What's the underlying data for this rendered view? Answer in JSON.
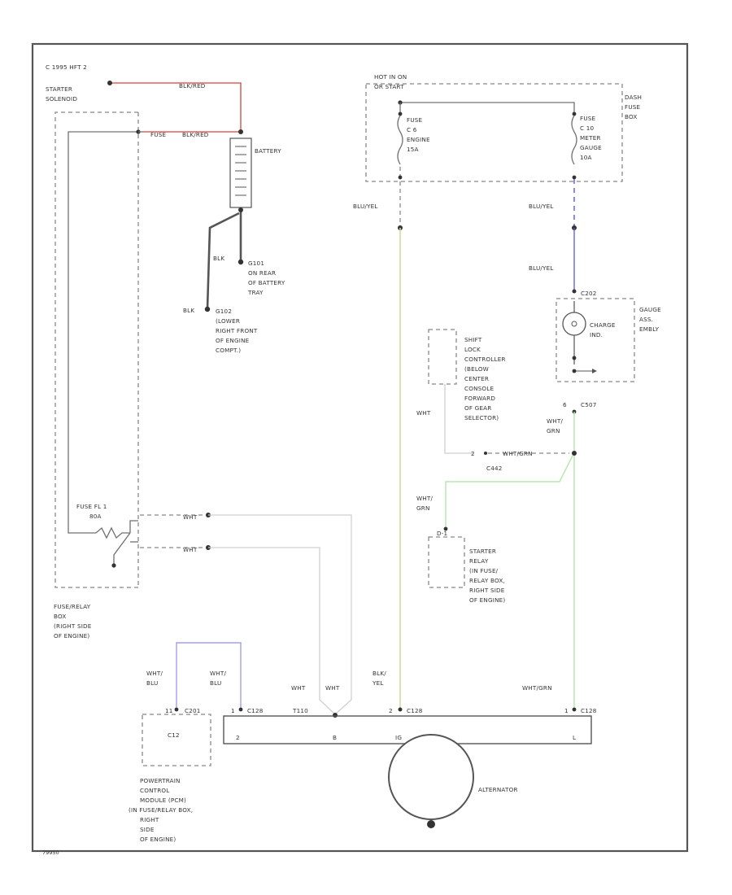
{
  "diagram": {
    "header": "C 1995 HFT 2",
    "footer_id": "79950",
    "labels": {
      "starter_solenoid": [
        "STARTER",
        "SOLENOID"
      ],
      "wire_blk_red_top": "BLK/RED",
      "fuse_label": "FUSE",
      "wire_blk_red_battery": "BLK/RED",
      "battery": "BATTERY",
      "blk_g101": "BLK",
      "g101": [
        "G101",
        "ON REAR",
        "OF BATTERY",
        "TRAY"
      ],
      "blk_g102": "BLK",
      "g102": [
        "G102",
        "(LOWER",
        "RIGHT FRONT",
        "OF ENGINE",
        "COMPT.)"
      ],
      "hot_in": [
        "HOT IN ON",
        "OR START"
      ],
      "fuse_c6": [
        "FUSE",
        "C 6",
        "ENGINE",
        "15A"
      ],
      "fuse_c10": [
        "FUSE",
        "C 10",
        "METER",
        "GAUGE",
        "10A"
      ],
      "dash_fuse_box": [
        "DASH",
        "FUSE",
        "BOX"
      ],
      "blu_yel_left": "BLU/YEL",
      "blu_yel_right_top": "BLU/YEL",
      "blu_yel_right_bot": "BLU/YEL",
      "c202": "C202",
      "gauge_assembly": [
        "GAUGE",
        "ASS.",
        "EMBLY"
      ],
      "charge_ind": [
        "CHARGE",
        "IND."
      ],
      "shift_lock": [
        "SHIFT",
        "LOCK",
        "CONTROLLER",
        "(BELOW",
        "CENTER",
        "CONSOLE",
        "FORWARD",
        "OF GEAR",
        "SELECTOR)"
      ],
      "wht_shift": "WHT",
      "c507_pin": "6",
      "c507": "C507",
      "wht_grn_c507": [
        "WHT/",
        "GRN"
      ],
      "wht_grn_joint": "WHT/GRN",
      "joint_pin": "2",
      "c442": "C442",
      "wht_grn_starter": [
        "WHT/",
        "GRN"
      ],
      "starter_relay_pin": "D-1",
      "starter_relay": [
        "STARTER",
        "RELAY",
        "(IN FUSE/",
        "RELAY BOX,",
        "RIGHT SIDE",
        "OF ENGINE)"
      ],
      "fuse_fl1": [
        "FUSE FL 1",
        "80A"
      ],
      "wht_1": "WHT",
      "wht_2": "WHT",
      "fuse_relay_box": [
        "FUSE/RELAY",
        "BOX",
        "(RIGHT SIDE",
        "OF ENGINE)"
      ],
      "wht_blu_left": [
        "WHT/",
        "BLU"
      ],
      "wht_blu_right": [
        "WHT/",
        "BLU"
      ],
      "wht_left": "WHT",
      "wht_right": "WHT",
      "blk_yel": [
        "BLK/",
        "YEL"
      ],
      "wht_grn_bottom": "WHT/GRN",
      "c201_pin": "11",
      "c201": "C201",
      "c128_pin_a": "1",
      "c128_a": "C128",
      "t110": "T110",
      "c128_pin_b": "2",
      "c128_b": "C128",
      "c128_pin_c": "1",
      "c128_c": "C128",
      "c12": "C12",
      "alt_pin_2": "2",
      "alt_pin_b": "B",
      "alt_pin_ig": "IG",
      "alt_pin_l": "L",
      "alternator": "ALTERNATOR",
      "pcm": [
        "POWERTRAIN",
        "CONTROL",
        "MODULE (PCM)",
        "(IN FUSE/RELAY BOX,",
        "RIGHT",
        "SIDE",
        "OF ENGINE)"
      ]
    }
  }
}
